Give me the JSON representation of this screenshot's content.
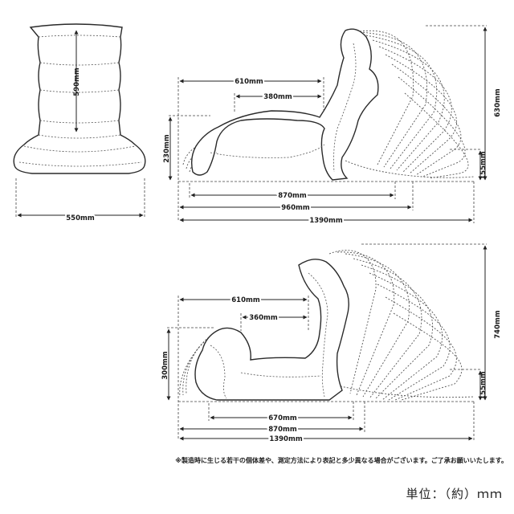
{
  "front_view": {
    "height_label": "590mm",
    "width_label": "550mm"
  },
  "side_view_top": {
    "back_to_seat_label": "610mm",
    "back_depth_label": "380mm",
    "height_label": "630mm",
    "seat_height_label": "230mm",
    "flat_height_label": "155mm",
    "length_870_label": "870mm",
    "length_960_label": "960mm",
    "length_1390_label": "1390mm"
  },
  "side_view_bottom": {
    "back_to_seat_label": "610mm",
    "back_depth_label": "360mm",
    "height_label": "740mm",
    "seat_height_label": "300mm",
    "flat_height_label": "155mm",
    "length_670_label": "670mm",
    "length_870_label": "870mm",
    "length_1390_label": "1390mm"
  },
  "footnote": "※製造時に生じる若干の個体差や、測定方法により表記と多少異なる場合がございます。ご了承お願いいたします。",
  "unit_label": "単位：（約）ｍｍ"
}
